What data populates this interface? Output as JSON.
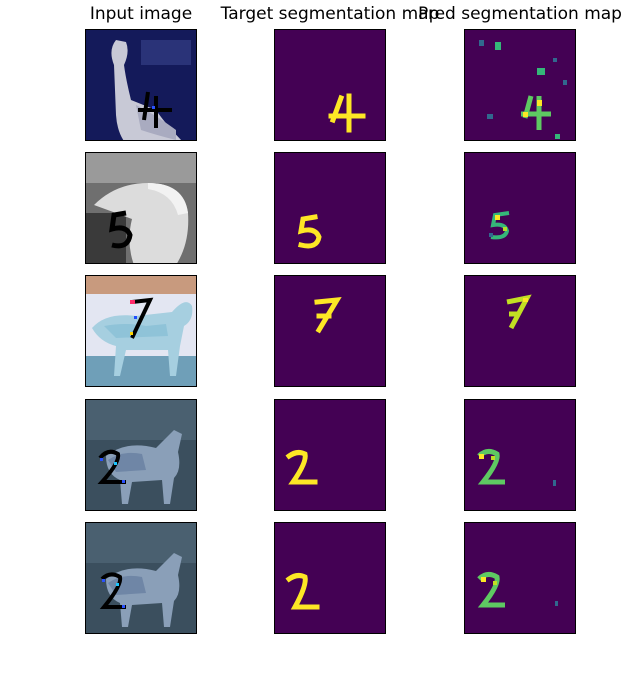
{
  "columns": {
    "input": "Input image",
    "target": "Target segmentation map",
    "pred": "Pred segmentation map"
  },
  "rows": [
    {
      "digit": "4",
      "input_bg": "#1a1f5e",
      "subject": "cat"
    },
    {
      "digit": "5",
      "input_bg": "#7a7a7a",
      "subject": "bird"
    },
    {
      "digit": "7",
      "input_bg": "#c9d9ec",
      "subject": "horse"
    },
    {
      "digit": "2",
      "input_bg": "#3e5362",
      "subject": "deer"
    },
    {
      "digit": "2",
      "input_bg": "#3e5362",
      "subject": "deer"
    }
  ],
  "colors": {
    "map_bg": "#440154",
    "map_fg": "#fde725",
    "map_mid": "#35b779",
    "map_low": "#31688e"
  }
}
